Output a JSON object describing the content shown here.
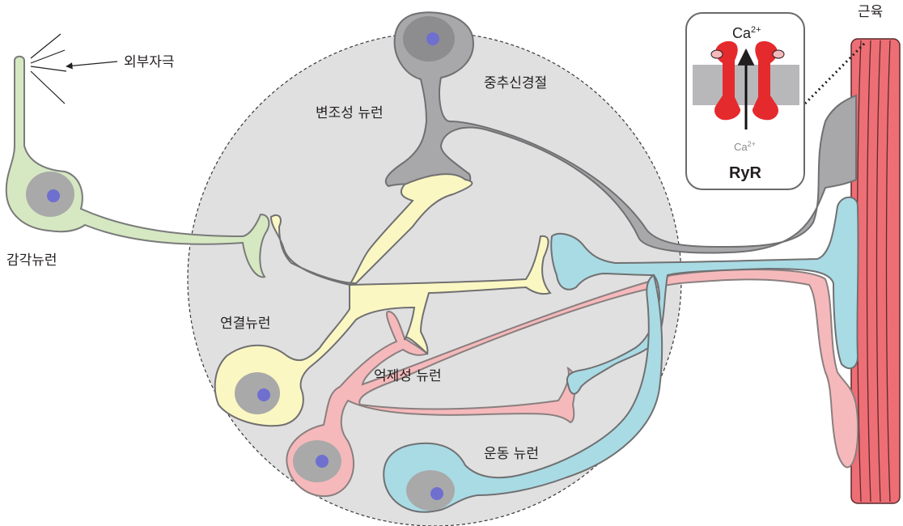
{
  "labels": {
    "external_stimulus": "외부자극",
    "sensory_neuron": "감각뉴런",
    "modulatory_neuron": "변조성 뉴런",
    "central_ganglion": "중추신경절",
    "interneuron": "연결뉴런",
    "inhibitory_neuron": "억제성 뉴런",
    "motor_neuron": "운동 뉴런",
    "muscle": "근육"
  },
  "inset": {
    "ion_top": "Ca",
    "ion_top_charge": "2+",
    "ion_bottom": "Ca",
    "ion_bottom_charge": "2+",
    "title": "RyR"
  },
  "colors": {
    "sensory": "#d5e8c2",
    "interneuron": "#fbf7c2",
    "modulatory": "#a8a8aa",
    "inhibitory": "#f6b9bb",
    "motor": "#a9dbe4",
    "ganglion": "#e0e0e0",
    "nucleus": "#6f6fd0",
    "muscle": "#ee6e75",
    "receptor": "#e52a2e"
  }
}
